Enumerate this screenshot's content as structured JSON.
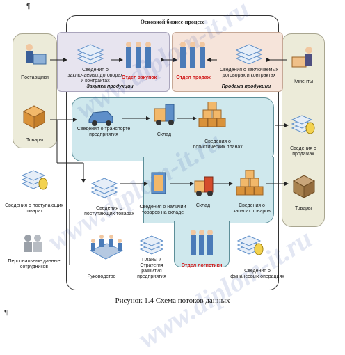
{
  "main_process_title": "Основной бизнес-процесс",
  "nodes": {
    "suppliers": "Поставщики",
    "goods_left": "Товары",
    "contracts_left": "Сведения о заключаемых договорах и контрактах",
    "procurement_caption": "Закупка продукции",
    "dept_purchase": "Отдел закупок",
    "dept_sales": "Отдел продаж",
    "sales_caption": "Продажа продукции",
    "contracts_right": "Сведения о заключаемых договорах и контрактах",
    "clients": "Клиенты",
    "transport": "Сведения о транспорте предприятия",
    "warehouse_top": "Склад",
    "logistics_plans": "Сведения о логистических планах",
    "sales_info": "Сведения о продажах",
    "incoming_goods_left": "Сведения о поступающих товарах",
    "incoming_goods_center": "Сведения о поступающих товарах",
    "stock_presence": "Сведения о наличии товаров на складе",
    "warehouse_mid": "Склад",
    "goods_stock": "Сведения о запасах товаров",
    "goods_right": "Товары",
    "staff_data": "Персональные данные сотрудников",
    "management": "Руководство",
    "plans_strategy": "Планы и Стратегия развития предприятия",
    "dept_logistics": "Отдел логистики",
    "finance_ops": "Сведения о финансовых операциях"
  },
  "caption": "Рисунок 1.4 Схема потоков данных",
  "watermark": "www.diplom-it.ru",
  "colors": {
    "side_panel": "#ecebd9",
    "side_border": "#a9a690",
    "purchase_bg": "#e7e4ef",
    "sales_bg": "#f6e4da",
    "logistics_bg": "#cfe8ed",
    "logistics_border": "#5d8f99",
    "accent_red": "#d01818",
    "stack_blue": "#5e8fc9",
    "box_orange": "#d9923a"
  }
}
